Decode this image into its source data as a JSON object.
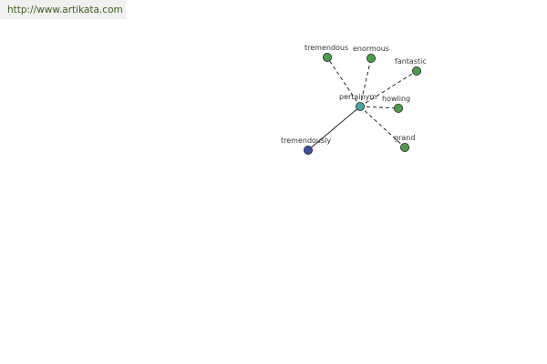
{
  "header": {
    "url": "http://www.artikata.com"
  },
  "graph": {
    "center": {
      "label": "pertainym",
      "color": "#4aa3a3"
    },
    "nodes": [
      {
        "id": "tremendous",
        "label": "tremendous",
        "color": "#4e9a4e",
        "link": "dashed"
      },
      {
        "id": "enormous",
        "label": "enormous",
        "color": "#4e9a4e",
        "link": "dashed"
      },
      {
        "id": "fantastic",
        "label": "fantastic",
        "color": "#4e9a4e",
        "link": "dashed"
      },
      {
        "id": "howling",
        "label": "howling",
        "color": "#4e9a4e",
        "link": "dashed"
      },
      {
        "id": "grand",
        "label": "grand",
        "color": "#4e9a4e",
        "link": "dashed"
      },
      {
        "id": "tremendously",
        "label": "tremendously",
        "color": "#3b4fa0",
        "link": "solid"
      }
    ]
  }
}
